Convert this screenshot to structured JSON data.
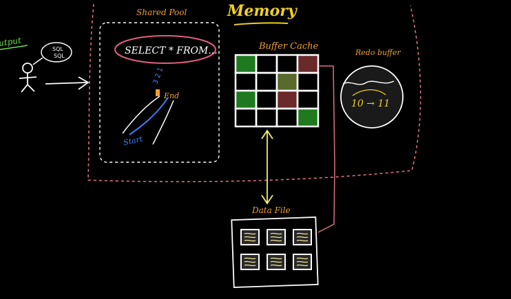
{
  "labels": {
    "memory": "Memory",
    "shared_pool": "Shared Pool",
    "sql_statement": "SELECT * FROM...",
    "buffer_cache": "Buffer Cache",
    "redo_buffer": "Redo buffer",
    "redo_change": "10 → 11",
    "data_file": "Data File",
    "output": "utput",
    "bubble_line1": "SQL",
    "bubble_line2": "SQL",
    "step_start": "Start",
    "step_end": "End",
    "step_marks": "3 2 1"
  },
  "colors": {
    "memory_border": "#e0707a",
    "shared_pool_border": "#ffffff",
    "title_text": "#f0d020",
    "label_text": "#f0a030",
    "output_text": "#6be04a",
    "sql_bubble": "#e06080",
    "chalk": "#ffffff",
    "buffer_green": "#1f7a1f",
    "buffer_red": "#6b2a2a",
    "buffer_olive": "#5a6a2a",
    "arrow_yellow": "#f5ef70",
    "link_pink": "#e07080",
    "redo_fill": "#1a1a1a",
    "blue_path": "#3f7fff",
    "file_page": "#f0e890"
  },
  "buffer_grid": {
    "rows": 4,
    "cols": 4,
    "cells": [
      [
        "green",
        "empty",
        "empty",
        "red"
      ],
      [
        "empty",
        "empty",
        "olive",
        "empty"
      ],
      [
        "green",
        "empty",
        "red",
        "empty"
      ],
      [
        "empty",
        "empty",
        "empty",
        "green"
      ]
    ]
  },
  "data_file_pages": 6
}
